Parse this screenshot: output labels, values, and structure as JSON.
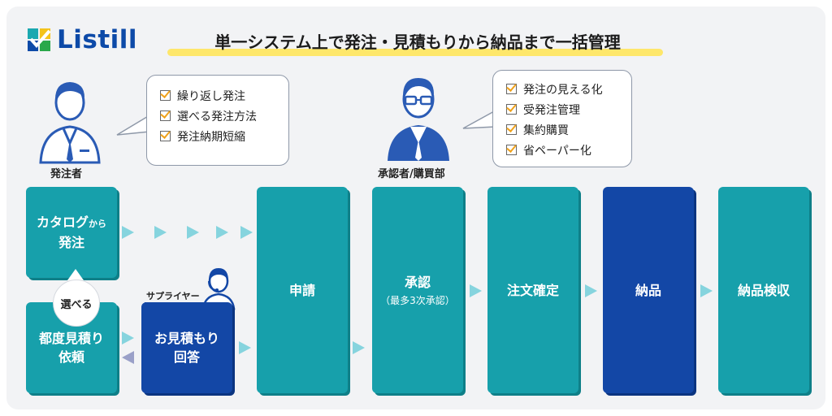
{
  "brand": {
    "name": "Listill"
  },
  "headline": "単一システム上で発注・見積もりから納品まで一括管理",
  "orderer": {
    "role": "発注者",
    "features": [
      "繰り返し発注",
      "選べる発注方法",
      "発注納期短縮"
    ]
  },
  "approver": {
    "role": "承認者/購買部",
    "features": [
      "発注の見える化",
      "受発注管理",
      "集約購買",
      "省ペーパー化"
    ]
  },
  "choose_label": "選べる",
  "supplier_label": "サプライヤー",
  "steps": {
    "catalog_order": {
      "line1": "カタログ",
      "line1_small": "から",
      "line2": "発注"
    },
    "quote_request": {
      "line1": "都度見積り",
      "line2": "依頼"
    },
    "quote_reply": {
      "line1": "お見積もり",
      "line2": "回答"
    },
    "application": "申請",
    "approval": {
      "label": "承認",
      "note": "（最多3次承認）"
    },
    "order_confirm": "注文確定",
    "delivery": "納品",
    "inspection": "納品検収"
  },
  "colors": {
    "teal": "#17a0ab",
    "navy": "#1347a6",
    "highlight": "#ffe55c",
    "check": "#f0a21b"
  }
}
